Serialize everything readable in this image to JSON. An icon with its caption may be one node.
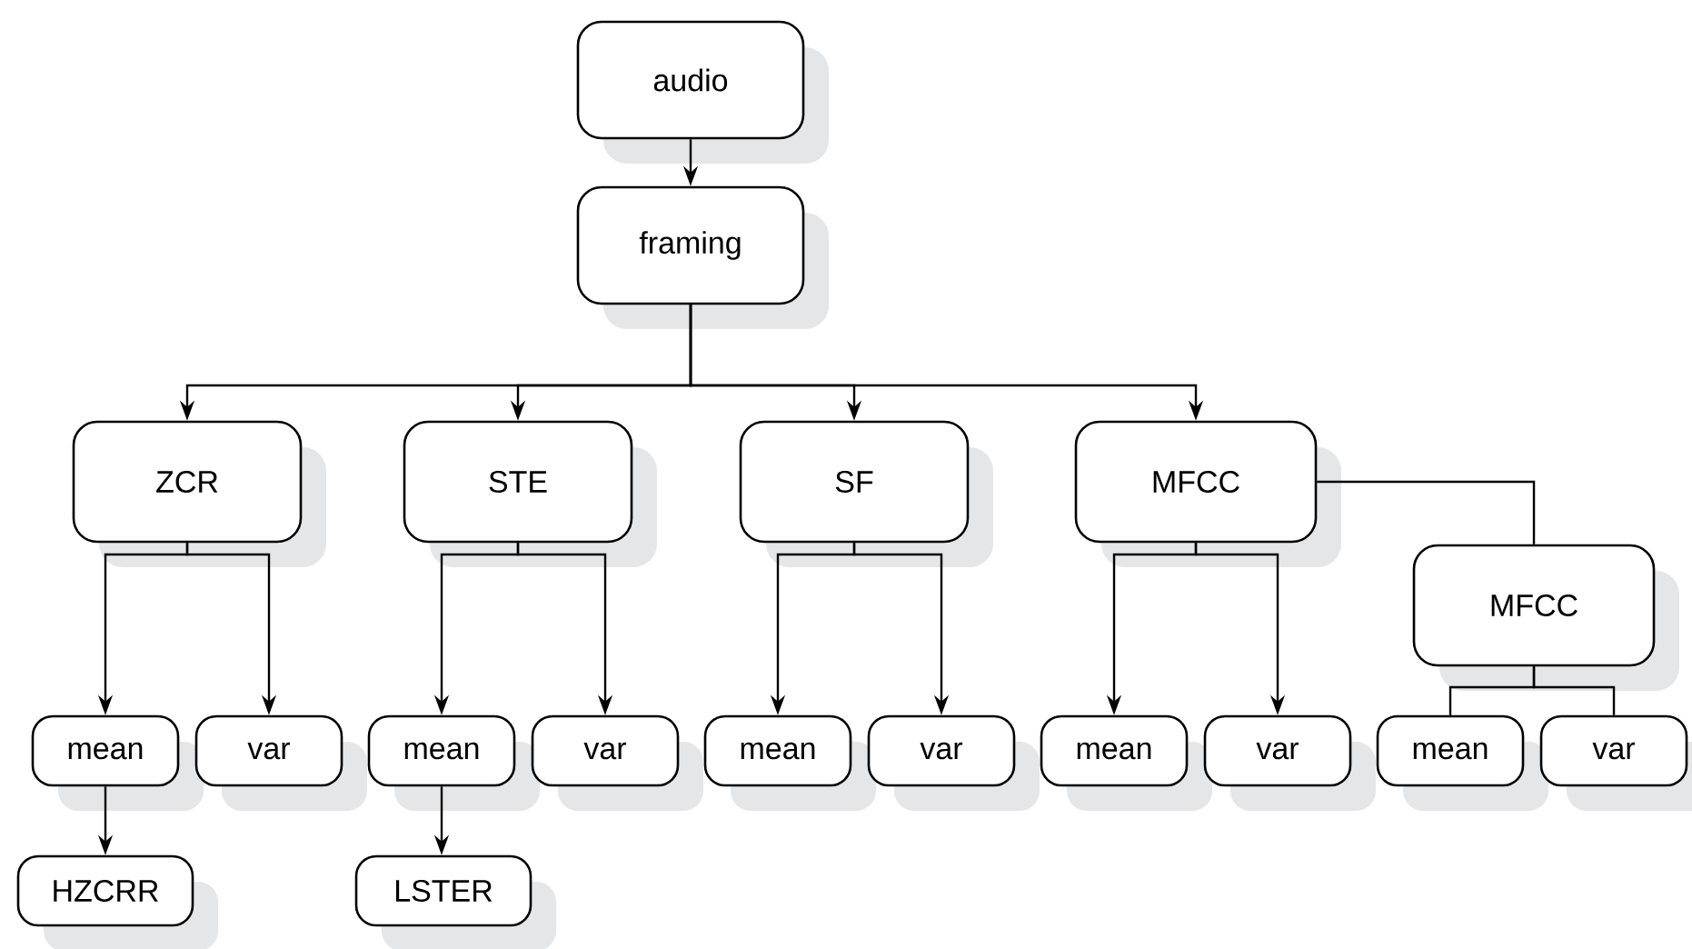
{
  "diagram": {
    "nodes": [
      {
        "text": [
          "audio"
        ]
      },
      {
        "text": [
          "framing"
        ]
      },
      {
        "text": [
          "ZCR"
        ]
      },
      {
        "text": [
          "STE"
        ]
      },
      {
        "text": [
          "SF"
        ]
      },
      {
        "text": [
          "MFCC"
        ]
      },
      {
        "text": [
          "MFCC"
        ]
      },
      {
        "text": [
          "mean"
        ]
      },
      {
        "text": [
          "var"
        ]
      },
      {
        "text": [
          "mean"
        ]
      },
      {
        "text": [
          "var"
        ]
      },
      {
        "text": [
          "mean"
        ]
      },
      {
        "text": [
          "var"
        ]
      },
      {
        "text": [
          "mean"
        ]
      },
      {
        "text": [
          "var"
        ]
      },
      {
        "text": [
          "mean"
        ]
      },
      {
        "text": [
          "var"
        ]
      },
      {
        "text": [
          "HZCRR"
        ]
      },
      {
        "text": [
          "LSTER"
        ]
      }
    ],
    "edges": [
      {
        "from": 0,
        "to": 1,
        "arrow": "to"
      },
      {
        "from": 1,
        "to": 2,
        "arrow": "to"
      },
      {
        "from": 1,
        "to": 3,
        "arrow": "to"
      },
      {
        "from": 1,
        "to": 4,
        "arrow": "to"
      },
      {
        "from": 1,
        "to": 5,
        "arrow": "to"
      },
      {
        "from": 5,
        "to": 6,
        "arrow": "none"
      },
      {
        "from": 2,
        "to": 7,
        "arrow": "to"
      },
      {
        "from": 2,
        "to": 8,
        "arrow": "to"
      },
      {
        "from": 3,
        "to": 9,
        "arrow": "to"
      },
      {
        "from": 3,
        "to": 10,
        "arrow": "to"
      },
      {
        "from": 4,
        "to": 11,
        "arrow": "to"
      },
      {
        "from": 4,
        "to": 12,
        "arrow": "to"
      },
      {
        "from": 5,
        "to": 13,
        "arrow": "to"
      },
      {
        "from": 5,
        "to": 14,
        "arrow": "to"
      },
      {
        "from": 6,
        "to": 15,
        "arrow": "none"
      },
      {
        "from": 6,
        "to": 16,
        "arrow": "none"
      },
      {
        "from": 7,
        "to": 17,
        "arrow": "to"
      },
      {
        "from": 9,
        "to": 18,
        "arrow": "to"
      }
    ]
  }
}
